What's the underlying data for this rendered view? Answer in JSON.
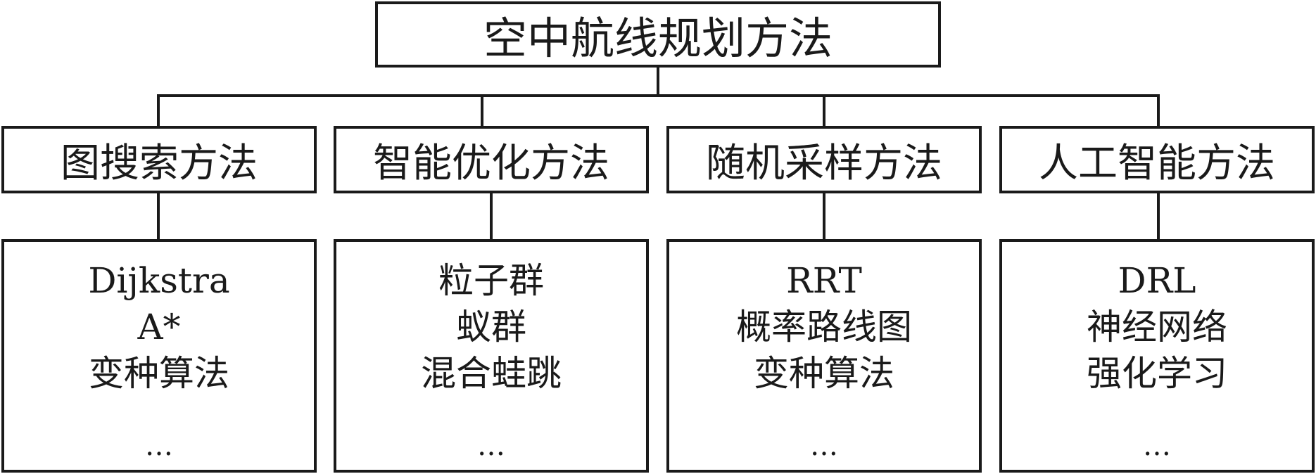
{
  "root": {
    "label": "空中航线规划方法"
  },
  "categories": [
    {
      "label": "图搜索方法",
      "items": [
        "Dijkstra",
        "A*",
        "变种算法"
      ],
      "ellipsis": "…"
    },
    {
      "label": "智能优化方法",
      "items": [
        "粒子群",
        "蚁群",
        "混合蛙跳"
      ],
      "ellipsis": "…"
    },
    {
      "label": "随机采样方法",
      "items": [
        "RRT",
        "概率路线图",
        "变种算法"
      ],
      "ellipsis": "…"
    },
    {
      "label": "人工智能方法",
      "items": [
        "DRL",
        "神经网络",
        "强化学习"
      ],
      "ellipsis": "…"
    }
  ]
}
